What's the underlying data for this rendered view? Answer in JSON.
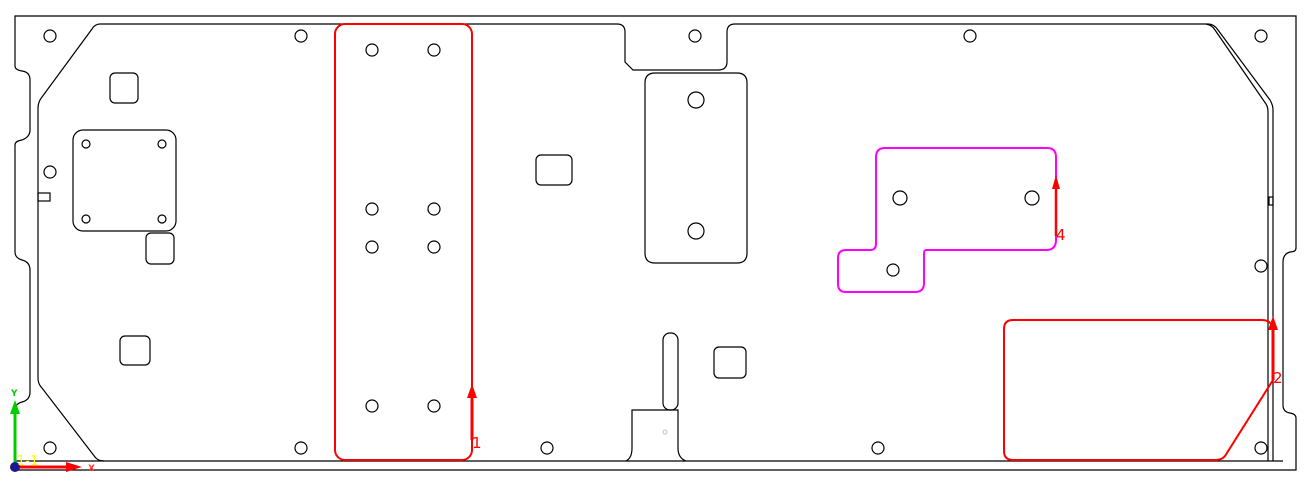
{
  "contours": [
    {
      "label": "1",
      "color": "#ff0000"
    },
    {
      "label": "2",
      "color": "#ff0000"
    },
    {
      "label": "4",
      "color": "#ff00ff"
    }
  ],
  "axes": {
    "x_label": "X",
    "y_label": "Y",
    "origin_label": "1-1",
    "x_color": "#ff0000",
    "y_color": "#00cc00",
    "origin_color": "#ffff00"
  }
}
